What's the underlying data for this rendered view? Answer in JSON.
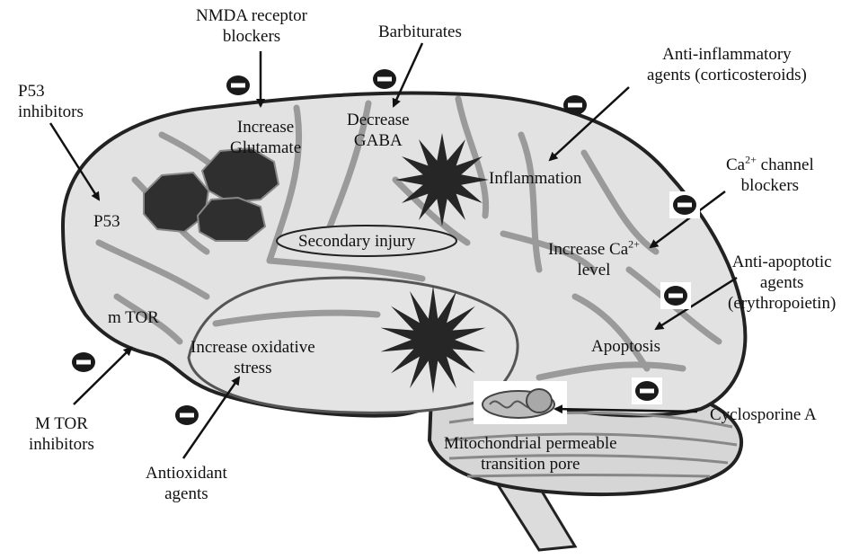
{
  "inhibitors": {
    "nmda": [
      "NMDA receptor",
      "blockers"
    ],
    "barbiturates": [
      "Barbiturates"
    ],
    "anti_inflammatory": [
      "Anti-inflammatory",
      "agents (corticosteroids)"
    ],
    "p53_inhibitors": [
      "P53",
      "inhibitors"
    ],
    "ca_channel": [
      "channel",
      "blockers"
    ],
    "ca_prefix": "Ca",
    "ca_sup": "2+",
    "anti_apoptotic": [
      "Anti-apoptotic",
      "agents",
      "(erythropoietin)"
    ],
    "mtor_inhibitors": [
      "M TOR",
      "inhibitors"
    ],
    "antioxidant": [
      "Antioxidant",
      "agents"
    ],
    "cyclosporine": [
      "Cyclosporine A"
    ]
  },
  "mechanisms": {
    "increase_glutamate": [
      "Increase",
      "Glutamate"
    ],
    "decrease_gaba": [
      "Decrease",
      "GABA"
    ],
    "inflammation": [
      "Inflammation"
    ],
    "p53": [
      "P53"
    ],
    "secondary_injury": "Secondary injury",
    "increase_ca_prefix": "Increase Ca",
    "increase_ca_sup": "2+",
    "increase_ca_line2": "level",
    "mtor": [
      "m TOR"
    ],
    "apoptosis": [
      "Apoptosis"
    ],
    "oxidative": [
      "Increase oxidative",
      "stress"
    ],
    "mito_pore": [
      "Mitochondrial permeable",
      "transition pore"
    ]
  },
  "inhibit_symbol": "minus-sign",
  "colors": {
    "brain_fill": "#e2e2e2",
    "sulci": "#9a9a9a",
    "lesion": "#2f2f2f",
    "star": "#262626",
    "ink": "#111111"
  }
}
